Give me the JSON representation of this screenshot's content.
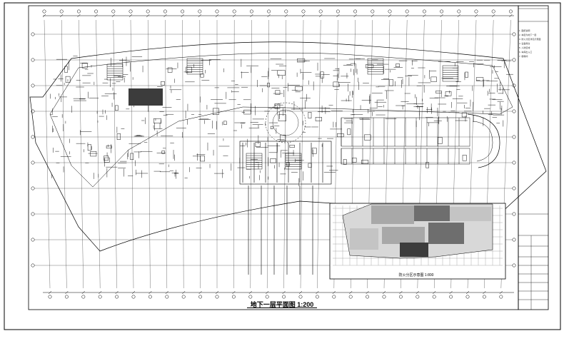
{
  "drawing": {
    "main_title": "地下一层平面图 1:200",
    "inset_title": "防火分区示意图 1:800"
  },
  "notes": {
    "items": [
      "1. 图纸说明",
      "2. 本层为地下一层",
      "3. 防火分区详见示意图",
      "4. 设备用房",
      "5. 人防区域",
      "6. 车库出入口",
      "7. 楼梯间"
    ]
  },
  "colors": {
    "line": "#000000",
    "zone_light": "#d8d8d8",
    "zone_mid": "#a8a8a8",
    "zone_dark": "#6e6e6e",
    "zone_darkest": "#3c3c3c"
  }
}
